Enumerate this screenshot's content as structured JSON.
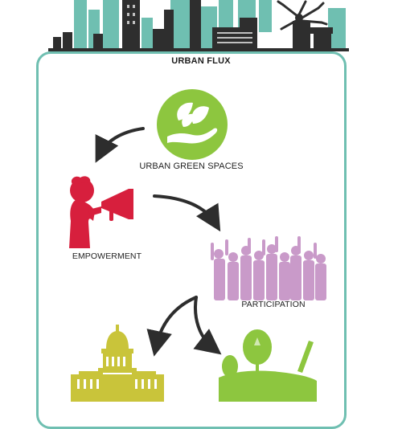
{
  "title": "URBAN FLUX",
  "nodes": {
    "green_spaces": {
      "label": "URBAN GREEN SPACES",
      "color": "#8dc63f"
    },
    "empowerment": {
      "label": "EMPOWERMENT",
      "color": "#d71f3d"
    },
    "participation": {
      "label": "PARTICIPATION",
      "color": "#c99ac9"
    }
  },
  "colors": {
    "frame": "#6fbfb1",
    "skyline_teal": "#6fbfb1",
    "skyline_dark": "#2e2e2e",
    "arrow": "#2d2d2d",
    "capitol": "#c9c43a",
    "park": "#8dc63f"
  },
  "icons": [
    "leaf-hand-icon",
    "megaphone-person-icon",
    "crowd-icon",
    "capitol-icon",
    "park-icon",
    "city-skyline-icon"
  ]
}
